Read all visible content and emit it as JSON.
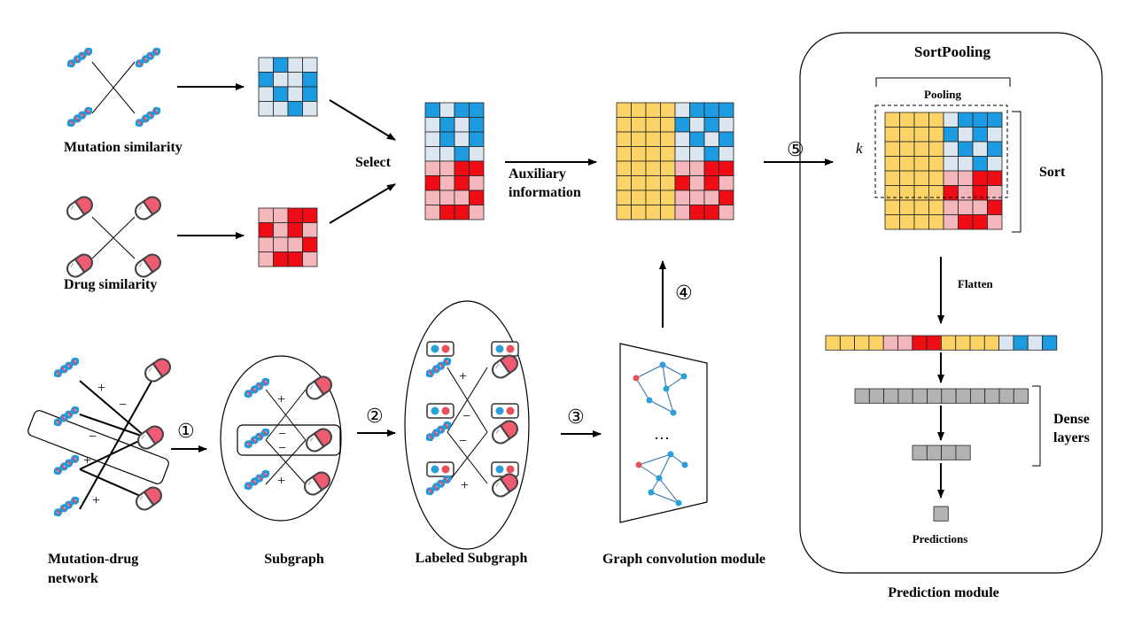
{
  "labels": {
    "mutation_similarity": "Mutation similarity",
    "drug_similarity": "Drug similarity",
    "select": "Select",
    "auxiliary_line1": "Auxiliary",
    "auxiliary_line2": "information",
    "mutation_drug_network_line1": "Mutation-drug",
    "mutation_drug_network_line2": "network",
    "subgraph": "Subgraph",
    "labeled_subgraph": "Labeled Subgraph",
    "graph_convolution_module": "Graph convolution module",
    "prediction_module": "Prediction module",
    "sortpooling": "SortPooling",
    "pooling": "Pooling",
    "k": "k",
    "sort": "Sort",
    "flatten": "Flatten",
    "dense_line1": "Dense",
    "dense_line2": "layers",
    "predictions": "Predictions",
    "ellipsis": "…"
  },
  "steps": [
    "①",
    "②",
    "③",
    "④",
    "⑤"
  ],
  "edge_signs": {
    "network": [
      "+",
      "−",
      "−",
      "+",
      "+"
    ],
    "subgraph": [
      "+",
      "−",
      "−",
      "+"
    ],
    "labeled_subgraph": [
      "+",
      "−",
      "−",
      "+"
    ]
  },
  "colors": {
    "blue": "#1c9be0",
    "light_blue": "#dce6f1",
    "red": "#ef0c14",
    "pink": "#f4b7bb",
    "yellow": "#fcd366",
    "gray": "#b3b3b3",
    "capsule_pink": "#ef5c72",
    "node_red": "#e8505b",
    "node_blue": "#2a9fd8"
  },
  "matrices": {
    "mutation": [
      [
        "L",
        "B",
        "L",
        "L"
      ],
      [
        "B",
        "L",
        "L",
        "B"
      ],
      [
        "L",
        "B",
        "L",
        "B"
      ],
      [
        "L",
        "L",
        "B",
        "L"
      ]
    ],
    "drug": [
      [
        "P",
        "P",
        "R",
        "R"
      ],
      [
        "R",
        "P",
        "R",
        "P"
      ],
      [
        "P",
        "P",
        "P",
        "R"
      ],
      [
        "P",
        "R",
        "R",
        "P"
      ]
    ],
    "selected": [
      [
        "B",
        "L",
        "B",
        "B"
      ],
      [
        "L",
        "B",
        "L",
        "B"
      ],
      [
        "L",
        "B",
        "L",
        "B"
      ],
      [
        "L",
        "L",
        "B",
        "L"
      ],
      [
        "P",
        "P",
        "R",
        "R"
      ],
      [
        "R",
        "P",
        "R",
        "P"
      ],
      [
        "P",
        "P",
        "P",
        "R"
      ],
      [
        "P",
        "R",
        "R",
        "P"
      ]
    ],
    "auxiliary": [
      [
        "Y",
        "Y",
        "Y",
        "Y",
        "L",
        "B",
        "B",
        "B"
      ],
      [
        "Y",
        "Y",
        "Y",
        "Y",
        "B",
        "L",
        "B",
        "L"
      ],
      [
        "Y",
        "Y",
        "Y",
        "Y",
        "L",
        "B",
        "L",
        "B"
      ],
      [
        "Y",
        "Y",
        "Y",
        "Y",
        "L",
        "L",
        "B",
        "L"
      ],
      [
        "Y",
        "Y",
        "Y",
        "Y",
        "P",
        "P",
        "R",
        "R"
      ],
      [
        "Y",
        "Y",
        "Y",
        "Y",
        "R",
        "P",
        "R",
        "P"
      ],
      [
        "Y",
        "Y",
        "Y",
        "Y",
        "P",
        "P",
        "P",
        "R"
      ],
      [
        "Y",
        "Y",
        "Y",
        "Y",
        "P",
        "R",
        "R",
        "P"
      ]
    ],
    "sorted": [
      [
        "Y",
        "Y",
        "Y",
        "Y",
        "L",
        "B",
        "B",
        "B"
      ],
      [
        "Y",
        "Y",
        "Y",
        "Y",
        "B",
        "L",
        "B",
        "L"
      ],
      [
        "Y",
        "Y",
        "Y",
        "Y",
        "L",
        "B",
        "L",
        "B"
      ],
      [
        "Y",
        "Y",
        "Y",
        "Y",
        "L",
        "L",
        "B",
        "L"
      ],
      [
        "Y",
        "Y",
        "Y",
        "Y",
        "P",
        "P",
        "R",
        "R"
      ],
      [
        "Y",
        "Y",
        "Y",
        "Y",
        "R",
        "P",
        "R",
        "P"
      ],
      [
        "Y",
        "Y",
        "Y",
        "Y",
        "P",
        "P",
        "P",
        "R"
      ],
      [
        "Y",
        "Y",
        "Y",
        "Y",
        "P",
        "R",
        "R",
        "P"
      ]
    ],
    "flatten": [
      [
        "Y",
        "Y",
        "Y",
        "Y",
        "P",
        "P",
        "R",
        "R",
        "Y",
        "Y",
        "Y",
        "Y",
        "L",
        "B",
        "L",
        "B"
      ]
    ],
    "dense1": [
      [
        "G",
        "G",
        "G",
        "G",
        "G",
        "G",
        "G",
        "G",
        "G",
        "G",
        "G",
        "G"
      ]
    ],
    "dense2": [
      [
        "G",
        "G",
        "G",
        "G"
      ]
    ],
    "output": [
      [
        "G"
      ]
    ]
  }
}
